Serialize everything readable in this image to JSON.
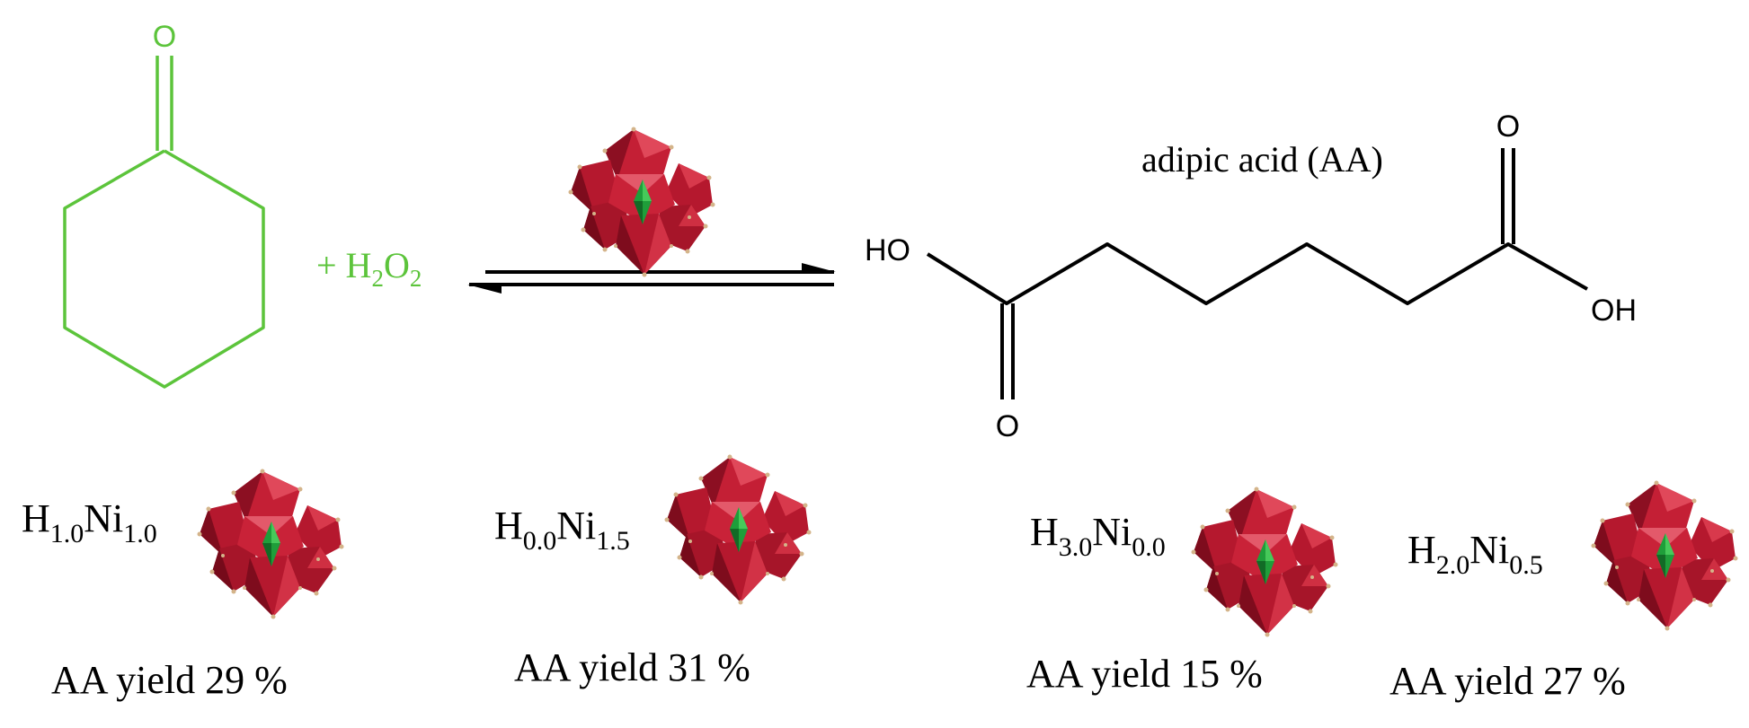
{
  "reaction": {
    "reagent_prefix": "+ H",
    "reagent_sub1": "2",
    "reagent_mid": "O",
    "reagent_sub2": "2",
    "product_name": "adipic acid (AA)",
    "atom_O": "O",
    "atom_HO": "HO",
    "atom_OH": "OH"
  },
  "catalysts": [
    {
      "h": "H",
      "h_sub": "1.0",
      "ni": "Ni",
      "ni_sub": "1.0",
      "yield": "AA yield 29 %"
    },
    {
      "h": "H",
      "h_sub": "0.0",
      "ni": "Ni",
      "ni_sub": "1.5",
      "yield": "AA yield 31 %"
    },
    {
      "h": "H",
      "h_sub": "3.0",
      "ni": "Ni",
      "ni_sub": "0.0",
      "yield": "AA yield 15 %"
    },
    {
      "h": "H",
      "h_sub": "2.0",
      "ni": "Ni",
      "ni_sub": "0.5",
      "yield": "AA yield 27 %"
    }
  ],
  "colors": {
    "reactant": "#5cc43b",
    "polyoxometalate": "#b5182e",
    "core": "#1f9e3a",
    "bond": "#000000"
  },
  "icons": [
    "cluster-icon"
  ]
}
